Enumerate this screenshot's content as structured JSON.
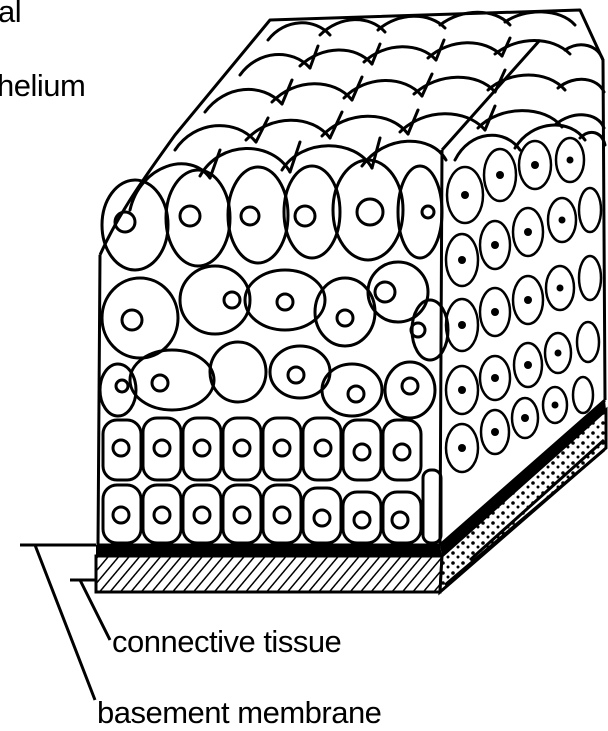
{
  "labels": {
    "title_line1": "al",
    "title_line2": "helium",
    "connective_tissue": "connective tissue",
    "basement_membrane": "basement membrane"
  },
  "colors": {
    "ink": "#000000",
    "paper": "#ffffff"
  }
}
